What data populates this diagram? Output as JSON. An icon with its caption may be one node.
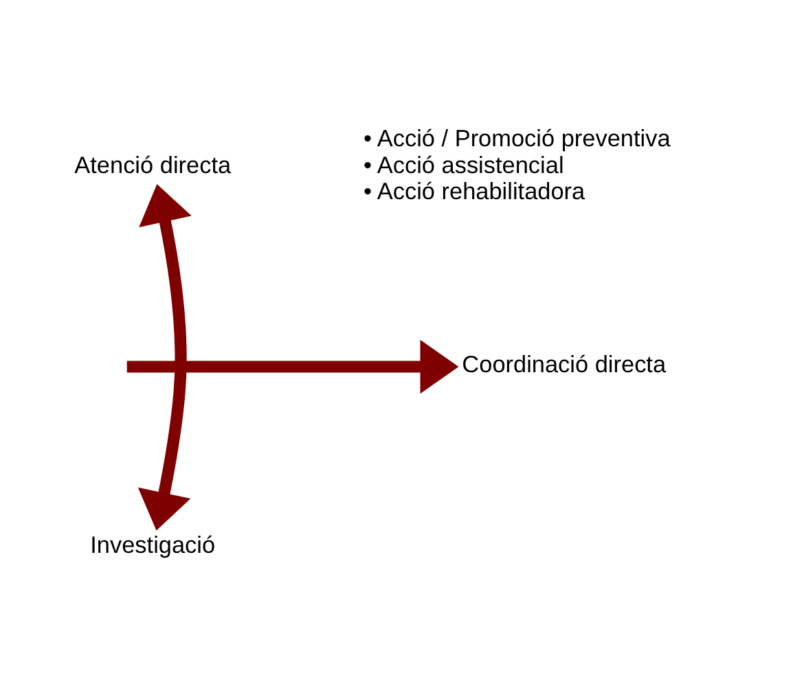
{
  "diagram": {
    "nodes": [
      {
        "text": [
          "Atenció directa"
        ]
      },
      {
        "text": [
          "Coordinació directa"
        ]
      },
      {
        "text": [
          "Investigació"
        ]
      }
    ],
    "edges": [
      {
        "from": 2,
        "to": 0,
        "arrow": "both"
      },
      {
        "from": null,
        "to": 1,
        "arrow": "to"
      }
    ],
    "labels": [
      "• Acció / Promoció preventiva",
      "• Acció assistencial",
      "• Acció rehabilitadora"
    ]
  }
}
